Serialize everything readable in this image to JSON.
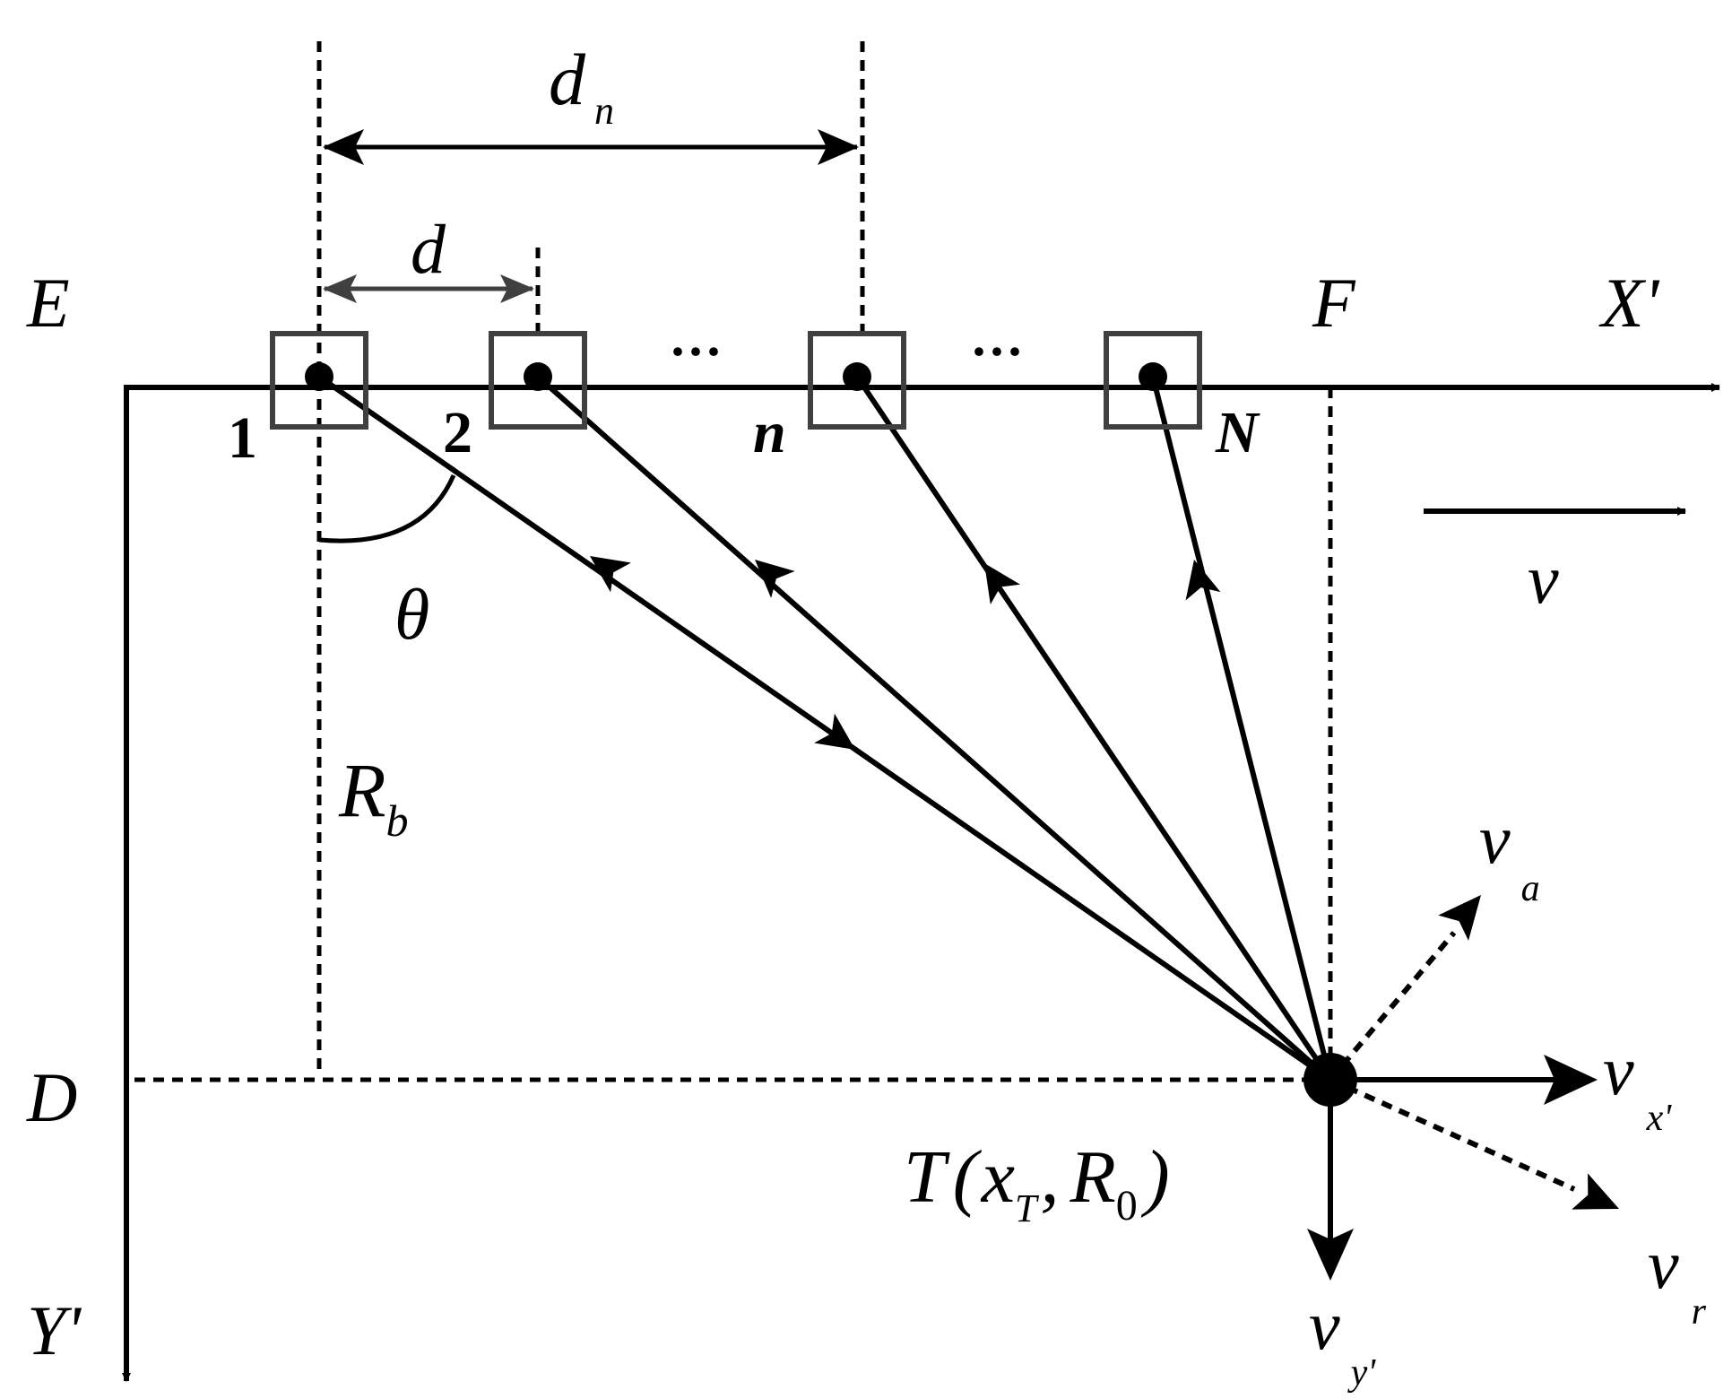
{
  "labels": {
    "E": "E",
    "F": "F",
    "D": "D",
    "x_axis": "X'",
    "y_axis": "Y'",
    "d": "d",
    "d_n_main": "d",
    "d_n_sub": "n",
    "theta": "θ",
    "R_b_main": "R",
    "R_b_sub": "b",
    "ellipsis": "···",
    "antenna_1": "1",
    "antenna_2": "2",
    "antenna_n": "n",
    "antenna_N": "N",
    "v": "v",
    "v_a_main": "v",
    "v_a_sub": "a",
    "v_x_main": "v",
    "v_x_sub": "x'",
    "v_r_main": "v",
    "v_r_sub": "r",
    "v_y_main": "v",
    "v_y_sub": "y'",
    "target_T": "T",
    "target_open": "(",
    "target_x": "x",
    "target_x_sub": "T",
    "target_comma": ",",
    "target_R": "R",
    "target_R_sub": "0",
    "target_close": ")"
  },
  "colors": {
    "line": "#000000",
    "antenna_box": "#404040",
    "d_arrow": "#404040"
  }
}
